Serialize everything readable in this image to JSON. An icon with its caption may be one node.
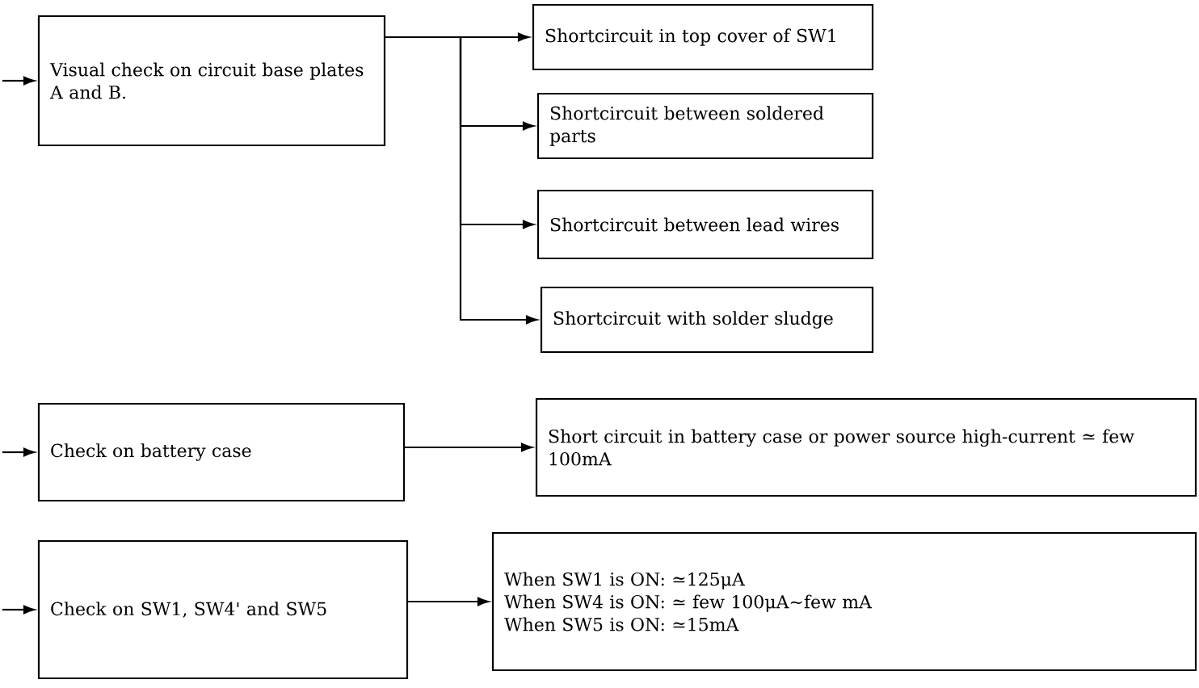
{
  "diagram": {
    "nodes": [
      {
        "text": [
          "Visual check on circuit base plates A and B."
        ]
      },
      {
        "text": [
          "Shortcircuit in top cover of SW1"
        ]
      },
      {
        "text": [
          "Shortcircuit between soldered parts"
        ]
      },
      {
        "text": [
          "Shortcircuit between lead wires"
        ]
      },
      {
        "text": [
          "Shortcircuit with solder sludge"
        ]
      },
      {
        "text": [
          "Check on battery case"
        ]
      },
      {
        "text": [
          "Short circuit in battery case or power source high-current ≃ few 100mA"
        ]
      },
      {
        "text": [
          "Check on SW1, SW4' and SW5"
        ]
      },
      {
        "text": [
          "When SW1 is ON: ≃125μA",
          "When SW4 is ON: ≃ few 100μA∼few mA",
          "When SW5 is ON: ≃15mA"
        ]
      }
    ],
    "edges": [
      {
        "from": null,
        "to": 0,
        "arrow": "to"
      },
      {
        "from": 0,
        "to": 1,
        "arrow": "to"
      },
      {
        "from": 0,
        "to": 2,
        "arrow": "to"
      },
      {
        "from": 0,
        "to": 3,
        "arrow": "to"
      },
      {
        "from": 0,
        "to": 4,
        "arrow": "to"
      },
      {
        "from": null,
        "to": 5,
        "arrow": "to"
      },
      {
        "from": 5,
        "to": 6,
        "arrow": "to"
      },
      {
        "from": null,
        "to": 7,
        "arrow": "to"
      },
      {
        "from": 7,
        "to": 8,
        "arrow": "to"
      }
    ]
  }
}
